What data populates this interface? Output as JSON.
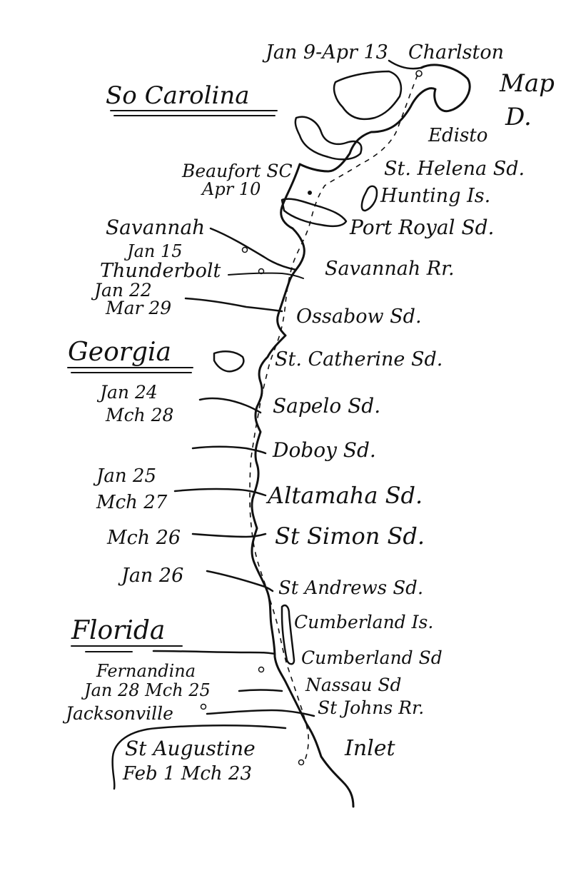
{
  "map": {
    "title": "Map",
    "letter": "D."
  },
  "states": {
    "south_carolina": "So Carolina",
    "georgia": "Georgia",
    "florida": "Florida"
  },
  "places": {
    "charlston_dates": "Jan 9-Apr 13",
    "charlston": "Charlston",
    "edisto": "Edisto",
    "st_helena": "St. Helena Sd.",
    "beaufort": "Beaufort SC",
    "beaufort_date": "Apr 10",
    "hunting": "Hunting Is.",
    "port_royal": "Port Royal Sd.",
    "savannah": "Savannah",
    "savannah_date": "Jan 15",
    "thunderbolt": "Thunderbolt",
    "thunderbolt_date1": "Jan 22",
    "thunderbolt_date2": "Mar 29",
    "savannah_rr": "Savannah Rr.",
    "ossabow": "Ossabow Sd.",
    "st_catherine": "St. Catherine Sd.",
    "sapelo_date1": "Jan 24",
    "sapelo_date2": "Mch 28",
    "sapelo": "Sapelo Sd.",
    "doboy": "Doboy Sd.",
    "altamaha_date1": "Jan 25",
    "altamaha_date2": "Mch 27",
    "altamaha": "Altamaha Sd.",
    "st_simon_date": "Mch 26",
    "st_simon": "St Simon Sd.",
    "st_andrews_date": "Jan 26",
    "st_andrews": "St Andrews Sd.",
    "cumberland_is": "Cumberland Is.",
    "cumberland_sd": "Cumberland Sd",
    "fernandina": "Fernandina",
    "fernandina_dates": "Jan 28 Mch 25",
    "nassau": "Nassau Sd",
    "jacksonville": "Jacksonville",
    "st_johns": "St Johns Rr.",
    "st_augustine": "St Augustine",
    "st_augustine_dates": "Feb 1 Mch 23",
    "inlet": "Inlet"
  },
  "colors": {
    "ink": "#111111",
    "paper": "#ffffff"
  }
}
